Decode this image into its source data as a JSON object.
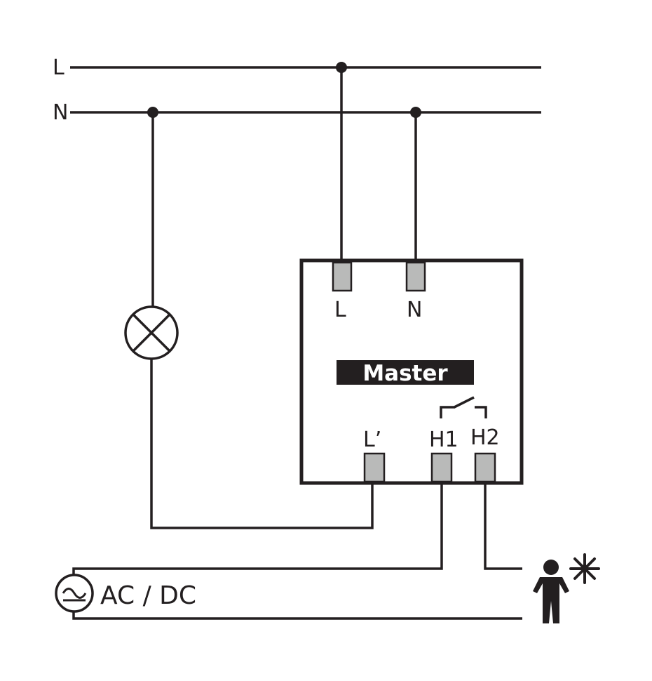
{
  "lines": {
    "phase_label": "L",
    "neutral_label": "N"
  },
  "device": {
    "title": "Master",
    "terminals": {
      "l": "L",
      "n": "N",
      "l_out": "L’",
      "h1": "H1",
      "h2": "H2"
    }
  },
  "supply": {
    "label": "AC / DC"
  },
  "icons": {
    "lamp": "lamp-icon",
    "supply": "ac-dc-source-icon",
    "sensor": "person-sensor-icon"
  },
  "colors": {
    "line": "#231f20",
    "terminal": "#b9bab9",
    "label_bg": "#231f20",
    "label_text": "#ffffff"
  }
}
